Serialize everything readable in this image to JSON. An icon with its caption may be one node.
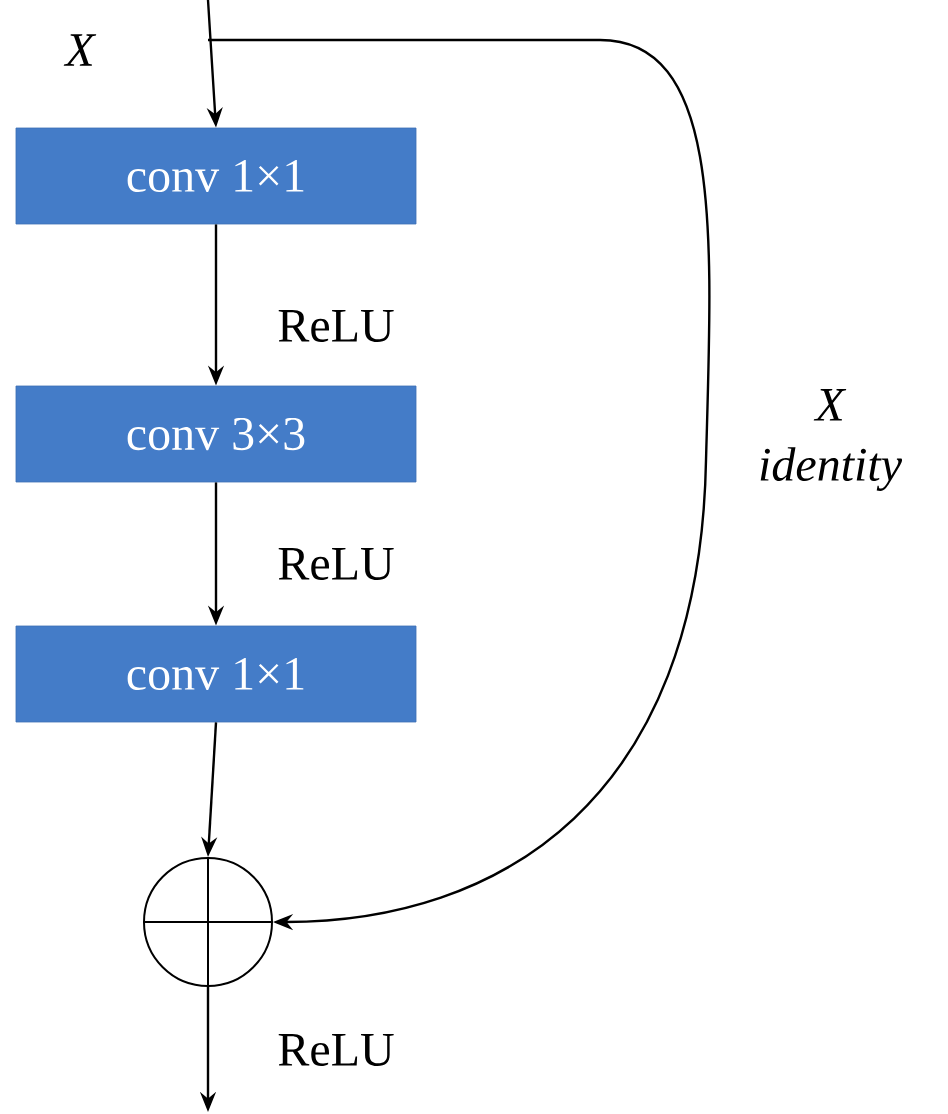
{
  "diagram": {
    "nodes": [
      {
        "text": [
          "conv 1×1"
        ]
      },
      {
        "text": [
          "conv 3×3"
        ]
      },
      {
        "text": [
          "conv 1×1"
        ]
      },
      {
        "text": [],
        "shape": "circle"
      }
    ],
    "edges": [
      {
        "from": null,
        "to": 0,
        "arrow": "to"
      },
      {
        "from": 0,
        "to": 1,
        "arrow": "to",
        "label": "ReLU"
      },
      {
        "from": 1,
        "to": 2,
        "arrow": "to",
        "label": "ReLU"
      },
      {
        "from": 2,
        "to": 3,
        "arrow": "to"
      },
      {
        "from": 3,
        "to": null,
        "arrow": "to",
        "label": "ReLU"
      },
      {
        "from": null,
        "to": 3,
        "arrow": "to",
        "label": "X identity"
      }
    ],
    "labels": [
      "X"
    ]
  }
}
